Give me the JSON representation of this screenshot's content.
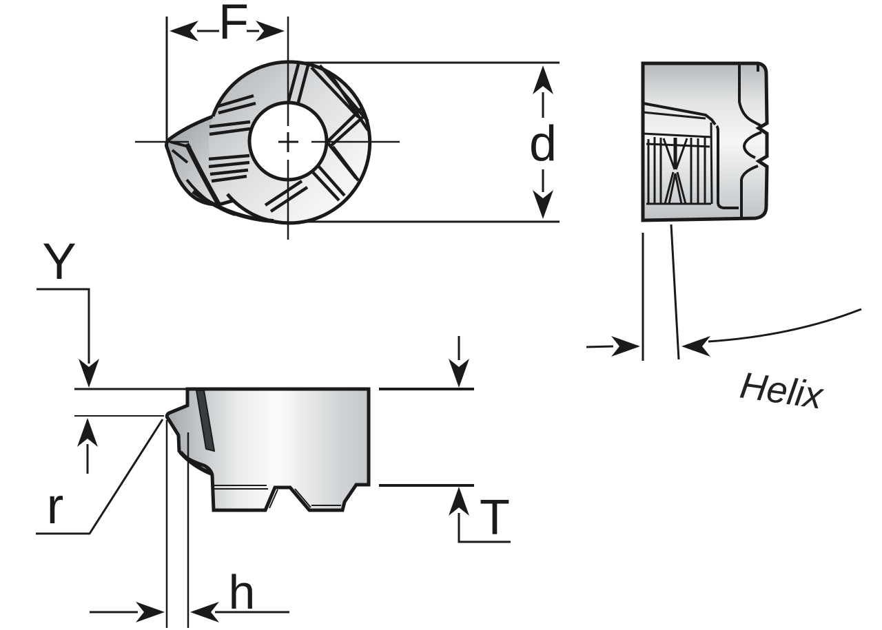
{
  "labels": {
    "f": "F",
    "d": "d",
    "y": "Y",
    "r": "r",
    "h": "h",
    "t": "T",
    "helix": "Helix"
  },
  "colors": {
    "line": "#1a1a1a",
    "metal_dark": "#a9adb0",
    "metal_mid": "#c9ccce",
    "metal_light": "#f6f7f8",
    "background": "#ffffff"
  }
}
